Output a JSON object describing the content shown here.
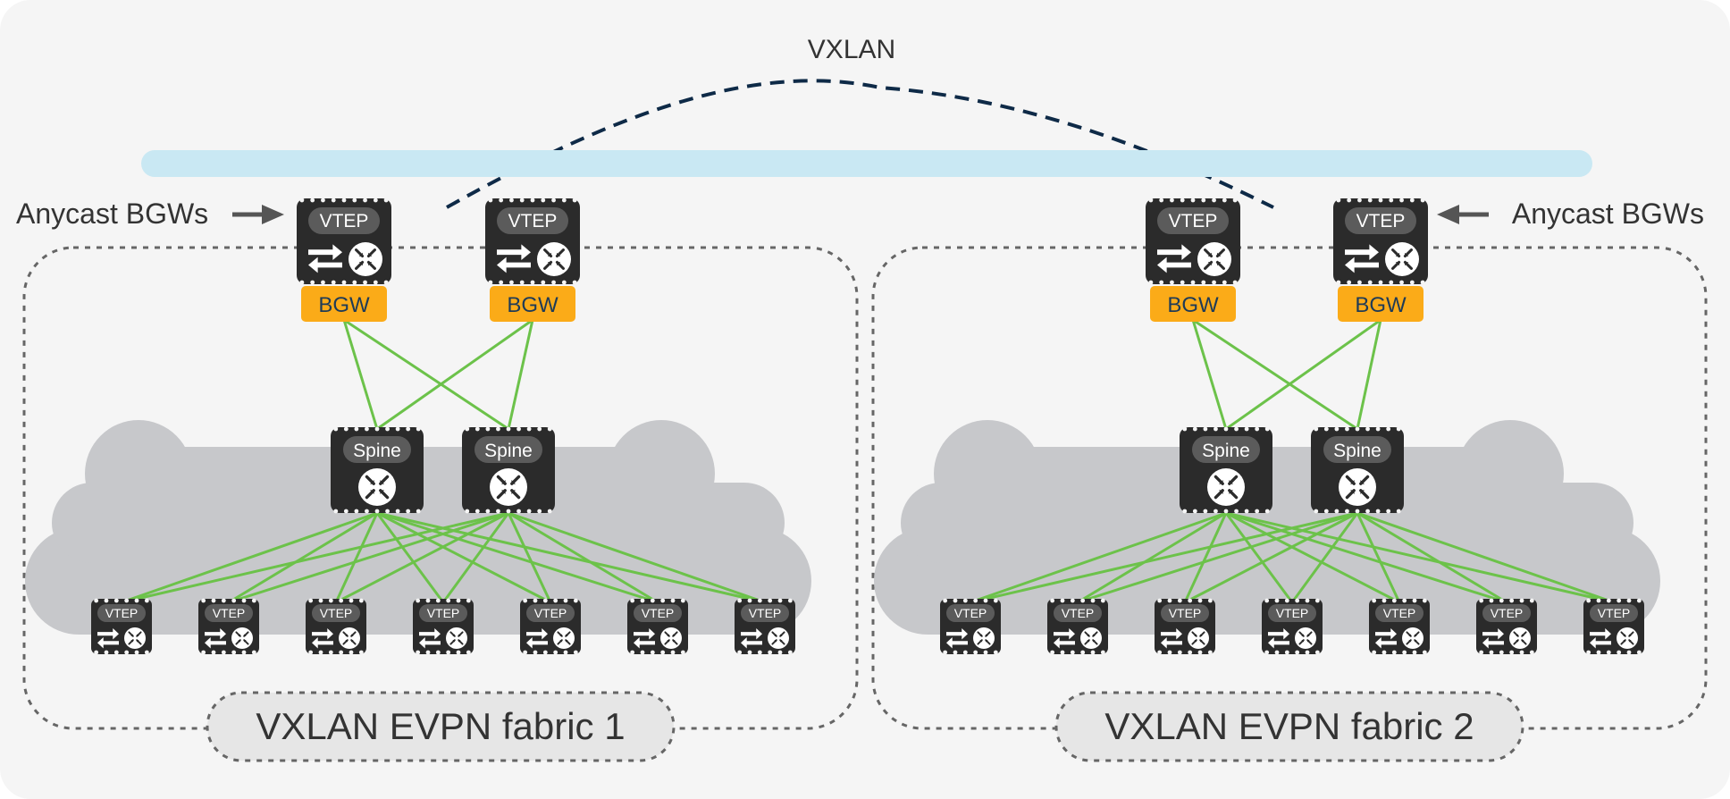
{
  "title": "VXLAN",
  "colors": {
    "background": "#f5f5f5",
    "underlay_band": "#c9e8f3",
    "cloud": "#c7c8cb",
    "device": "#2b2b2b",
    "device_pill": "#5b5b5b",
    "bgw": "#fbab18",
    "bgw_text": "#1f3b57",
    "link": "#6cc24a",
    "tunnel": "#0e2a47",
    "dotted_border": "#666666"
  },
  "labels": {
    "anycast_left": "Anycast BGWs",
    "anycast_right": "Anycast BGWs",
    "vtep": "VTEP",
    "bgw": "BGW",
    "spine": "Spine"
  },
  "icons": {
    "arrow": "right-arrow-icon",
    "swap": "bidirectional-arrows-icon",
    "router": "router-icon"
  },
  "fabrics": [
    {
      "name": "VXLAN EVPN fabric 1",
      "bgws": [
        "VTEP",
        "VTEP"
      ],
      "spines": [
        "Spine",
        "Spine"
      ],
      "leaves": [
        "VTEP",
        "VTEP",
        "VTEP",
        "VTEP",
        "VTEP",
        "VTEP",
        "VTEP"
      ]
    },
    {
      "name": "VXLAN EVPN fabric 2",
      "bgws": [
        "VTEP",
        "VTEP"
      ],
      "spines": [
        "Spine",
        "Spine"
      ],
      "leaves": [
        "VTEP",
        "VTEP",
        "VTEP",
        "VTEP",
        "VTEP",
        "VTEP",
        "VTEP"
      ]
    }
  ]
}
